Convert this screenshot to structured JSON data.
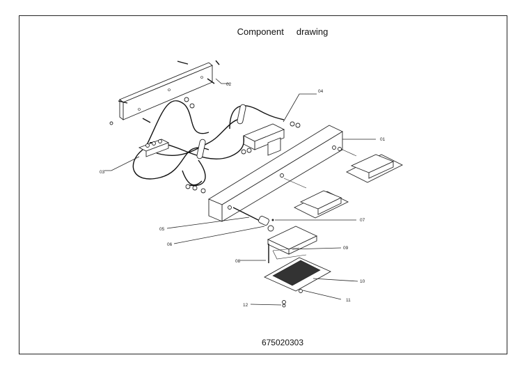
{
  "title": "Component     drawing",
  "drawing_number": "675020303",
  "callouts": [
    "01",
    "02",
    "03",
    "04",
    "05",
    "06",
    "07",
    "08",
    "09",
    "10",
    "11",
    "12"
  ],
  "colors": {
    "line": "#222222",
    "background": "#ffffff"
  }
}
